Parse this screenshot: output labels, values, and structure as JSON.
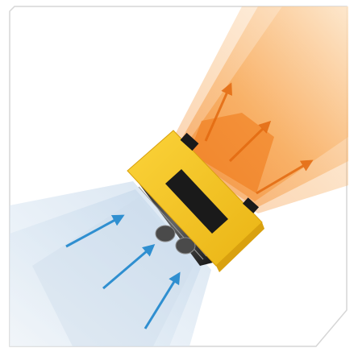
{
  "diagram": {
    "subject": "air-flow-heater-fan",
    "colors": {
      "frame_border": "#d8d8d8",
      "cool_air_light": "#dfe9f3",
      "cool_air_mid": "#c7d9ea",
      "cool_arrow": "#2f8fd0",
      "warm_air_light": "#fbd3a6",
      "warm_air_mid": "#f7a24a",
      "warm_air_deep": "#f07b1a",
      "warm_arrow": "#f07518",
      "housing_yellow": "#f6c61a",
      "housing_shadow": "#e0a90f",
      "slot_black": "#1a1a1a",
      "fan_grille": "#3a3a3a"
    },
    "icons": {
      "cool_arrows": "arrow-up-right-icon",
      "warm_arrows": "arrow-up-right-icon",
      "device": "heater-fan-icon"
    },
    "counts": {
      "cool_arrows": 3,
      "warm_arrows": 3
    }
  }
}
